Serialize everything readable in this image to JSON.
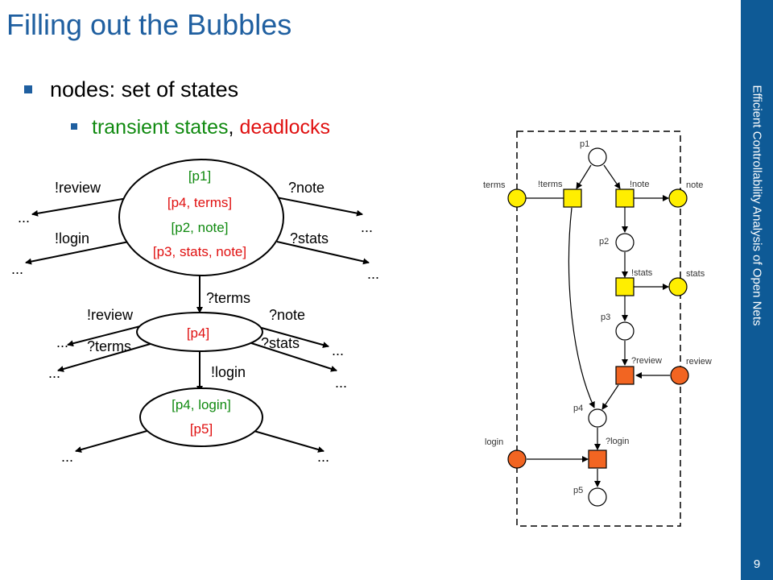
{
  "slide": {
    "title": "Filling out the Bubbles",
    "bullet1": "nodes: set of states",
    "bullet2_part1": "transient states",
    "bullet2_sep": ", ",
    "bullet2_part2": "deadlocks",
    "sidebar_text": "Efficient Controllability Analysis of Open Nets",
    "page_number": "9"
  },
  "colors": {
    "title": "#1f5fa0",
    "sidebar": "#0e5a96",
    "green": "#108a10",
    "red": "#e01010",
    "yellow": "#ffee00",
    "orange": "#f26522"
  },
  "graph": {
    "node1": {
      "lines": [
        "[p1]",
        "[p4, terms]",
        "[p2, note]",
        "[p3, stats, note]"
      ]
    },
    "node2": {
      "lines": [
        "[p4]"
      ]
    },
    "node3": {
      "lines": [
        "[p4, login]",
        "[p5]"
      ]
    },
    "edge_labels": {
      "n1_review": "!review",
      "n1_login": "!login",
      "n1_note": "?note",
      "n1_stats": "?stats",
      "n1_to_n2": "?terms",
      "n2_review": "!review",
      "n2_terms": "?terms",
      "n2_note": "?note",
      "n2_stats": "?stats",
      "n2_to_n3": "!login"
    },
    "ellipsis": "..."
  },
  "petri_net": {
    "places": [
      "p1",
      "p2",
      "p3",
      "p4",
      "p5"
    ],
    "interface": [
      "terms",
      "note",
      "stats",
      "review",
      "login"
    ],
    "transitions": [
      "!terms",
      "!note",
      "!stats",
      "?review",
      "?login"
    ]
  }
}
